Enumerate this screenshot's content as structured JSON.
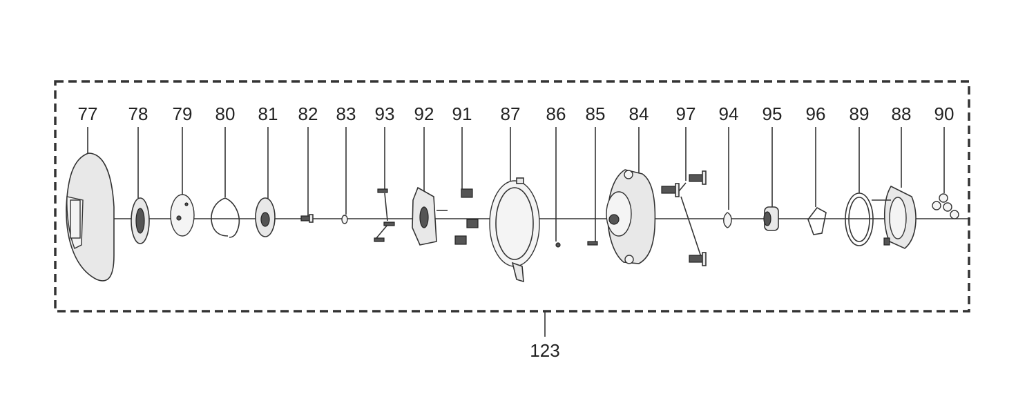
{
  "diagram": {
    "part_labels": [
      "77",
      "78",
      "79",
      "80",
      "81",
      "82",
      "83",
      "93",
      "92",
      "91",
      "87",
      "86",
      "85",
      "84",
      "97",
      "94",
      "95",
      "96",
      "89",
      "88",
      "90"
    ],
    "assembly_label": "123"
  }
}
